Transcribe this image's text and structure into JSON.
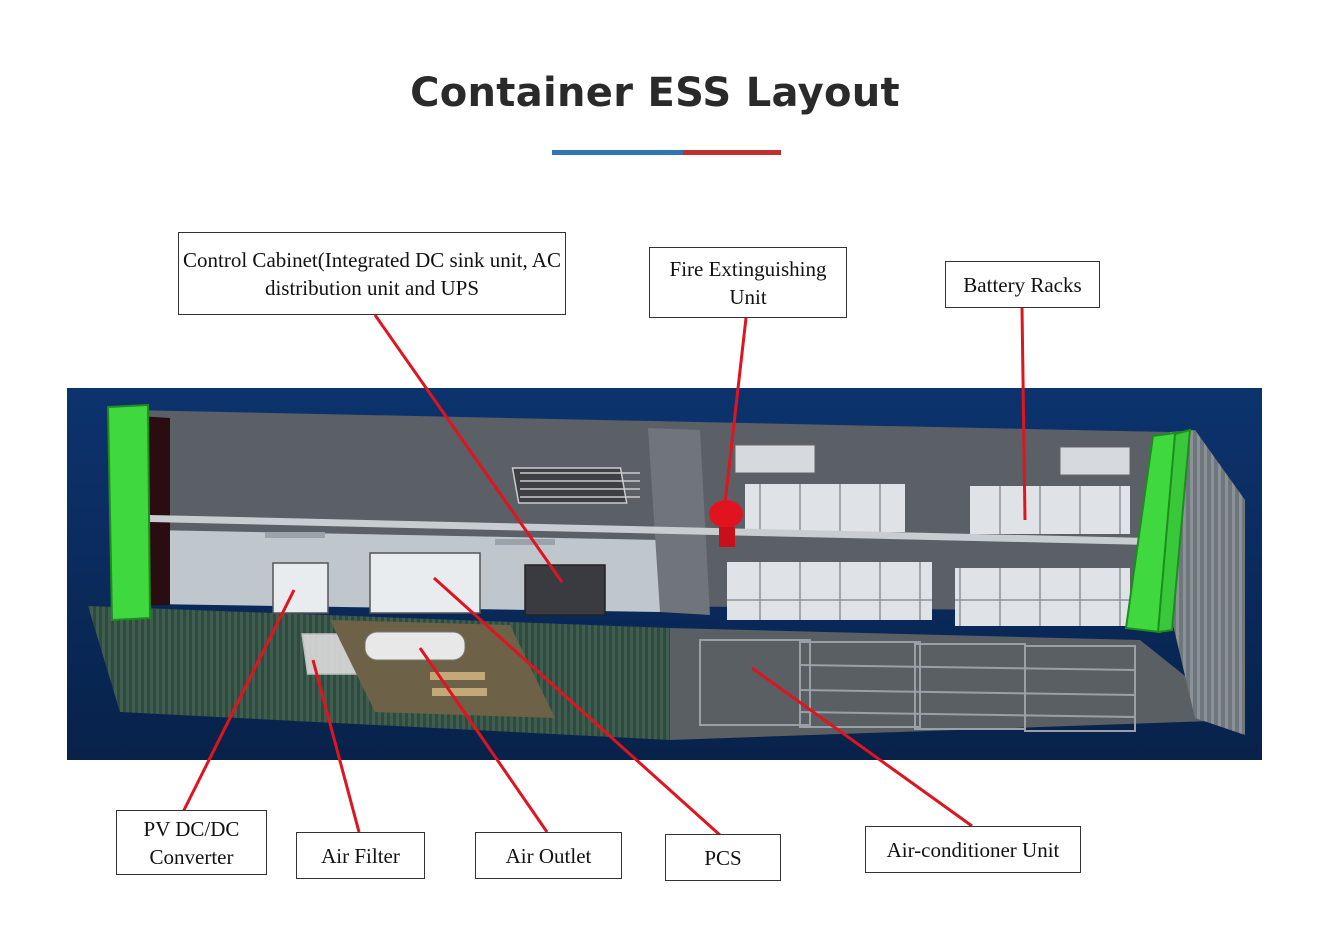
{
  "title": "Container ESS Layout",
  "colors": {
    "accent_blue": "#2f74b5",
    "accent_red": "#c0302f",
    "leader_line": "#e0141e",
    "container_frame": "#3ddc3d",
    "backdrop": "#0a2a5a"
  },
  "labels": {
    "control_cabinet": "Control Cabinet(Integrated DC sink unit, AC distribution unit and UPS",
    "fire_extinguishing": "Fire Extinguishing Unit",
    "battery_racks": "Battery Racks",
    "pv_dcdc": "PV DC/DC Converter",
    "air_filter": "Air Filter",
    "air_outlet": "Air Outlet",
    "pcs": "PCS",
    "air_conditioner": "Air-conditioner Unit"
  }
}
